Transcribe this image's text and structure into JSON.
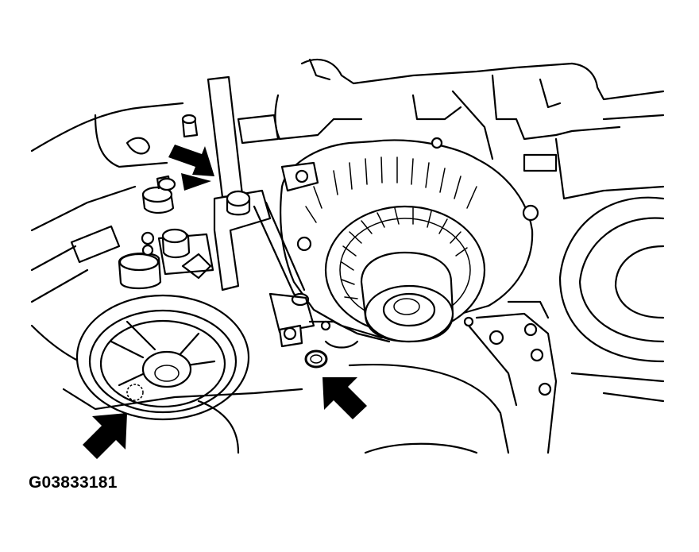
{
  "figure": {
    "id_label": "G03833181"
  },
  "callouts": [
    {
      "name": "arrow-upper-left",
      "points_to": "belt-tensioner-bolt"
    },
    {
      "name": "arrow-lower-center",
      "points_to": "mounting-bolt"
    },
    {
      "name": "arrow-lower-left",
      "points_to": "pulley-bolt"
    }
  ],
  "colors": {
    "line": "#000000",
    "background": "#ffffff"
  }
}
